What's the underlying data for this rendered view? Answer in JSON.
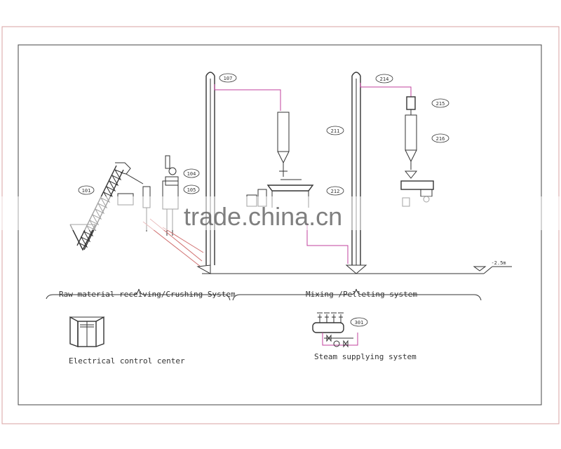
{
  "tags": {
    "t101": "101",
    "t104": "104",
    "t105": "105",
    "t107": "107",
    "t211": "211",
    "t212": "212",
    "t214": "214",
    "t215": "215",
    "t216": "216",
    "t301": "301"
  },
  "level": "-2.5m",
  "sections": {
    "raw_material": "Raw material receiving/Crushing System",
    "mixing": "Mixing /Pelleting system"
  },
  "captions": {
    "electrical": "Electrical control center",
    "steam": "Steam supplying system"
  },
  "watermark": "trade.china.cn"
}
